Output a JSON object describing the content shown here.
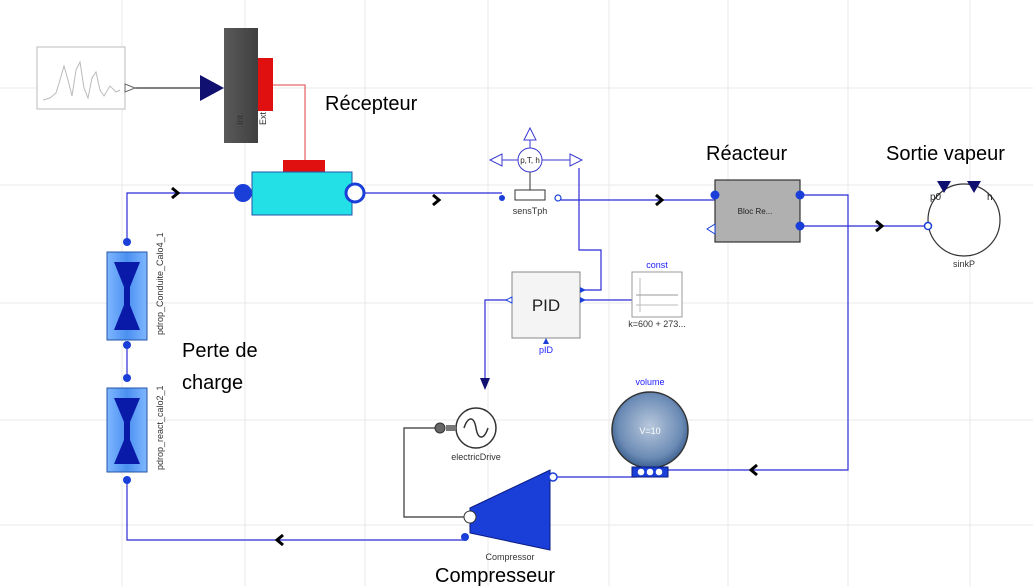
{
  "labels": {
    "recepteur": "Récepteur",
    "reacteur": "Réacteur",
    "sortie_vapeur": "Sortie vapeur",
    "perte_de_1": "Perte de",
    "perte_de_2": "charge",
    "compresseur": "Compresseur"
  },
  "components": {
    "heliostat_in": "Int",
    "heliostat_ext": "Ext",
    "sensor_name": "sensTph",
    "sensor_text": "p,T, h",
    "pid_text": "PID",
    "pid_name": "pID",
    "const_name": "const",
    "const_value": "k=600 + 273...",
    "reactor_block": "Bloc Re...",
    "sink_name": "sinkP",
    "sink_p0": "p0",
    "sink_h": "h",
    "pipe1_name": "pdrop_Conduite_Calo4_1",
    "pipe2_name": "pdrop_react_calo2_1",
    "drive_name": "electricDrive",
    "volume_name": "volume",
    "volume_value": "V=10",
    "compressor_name": "Compressor"
  }
}
